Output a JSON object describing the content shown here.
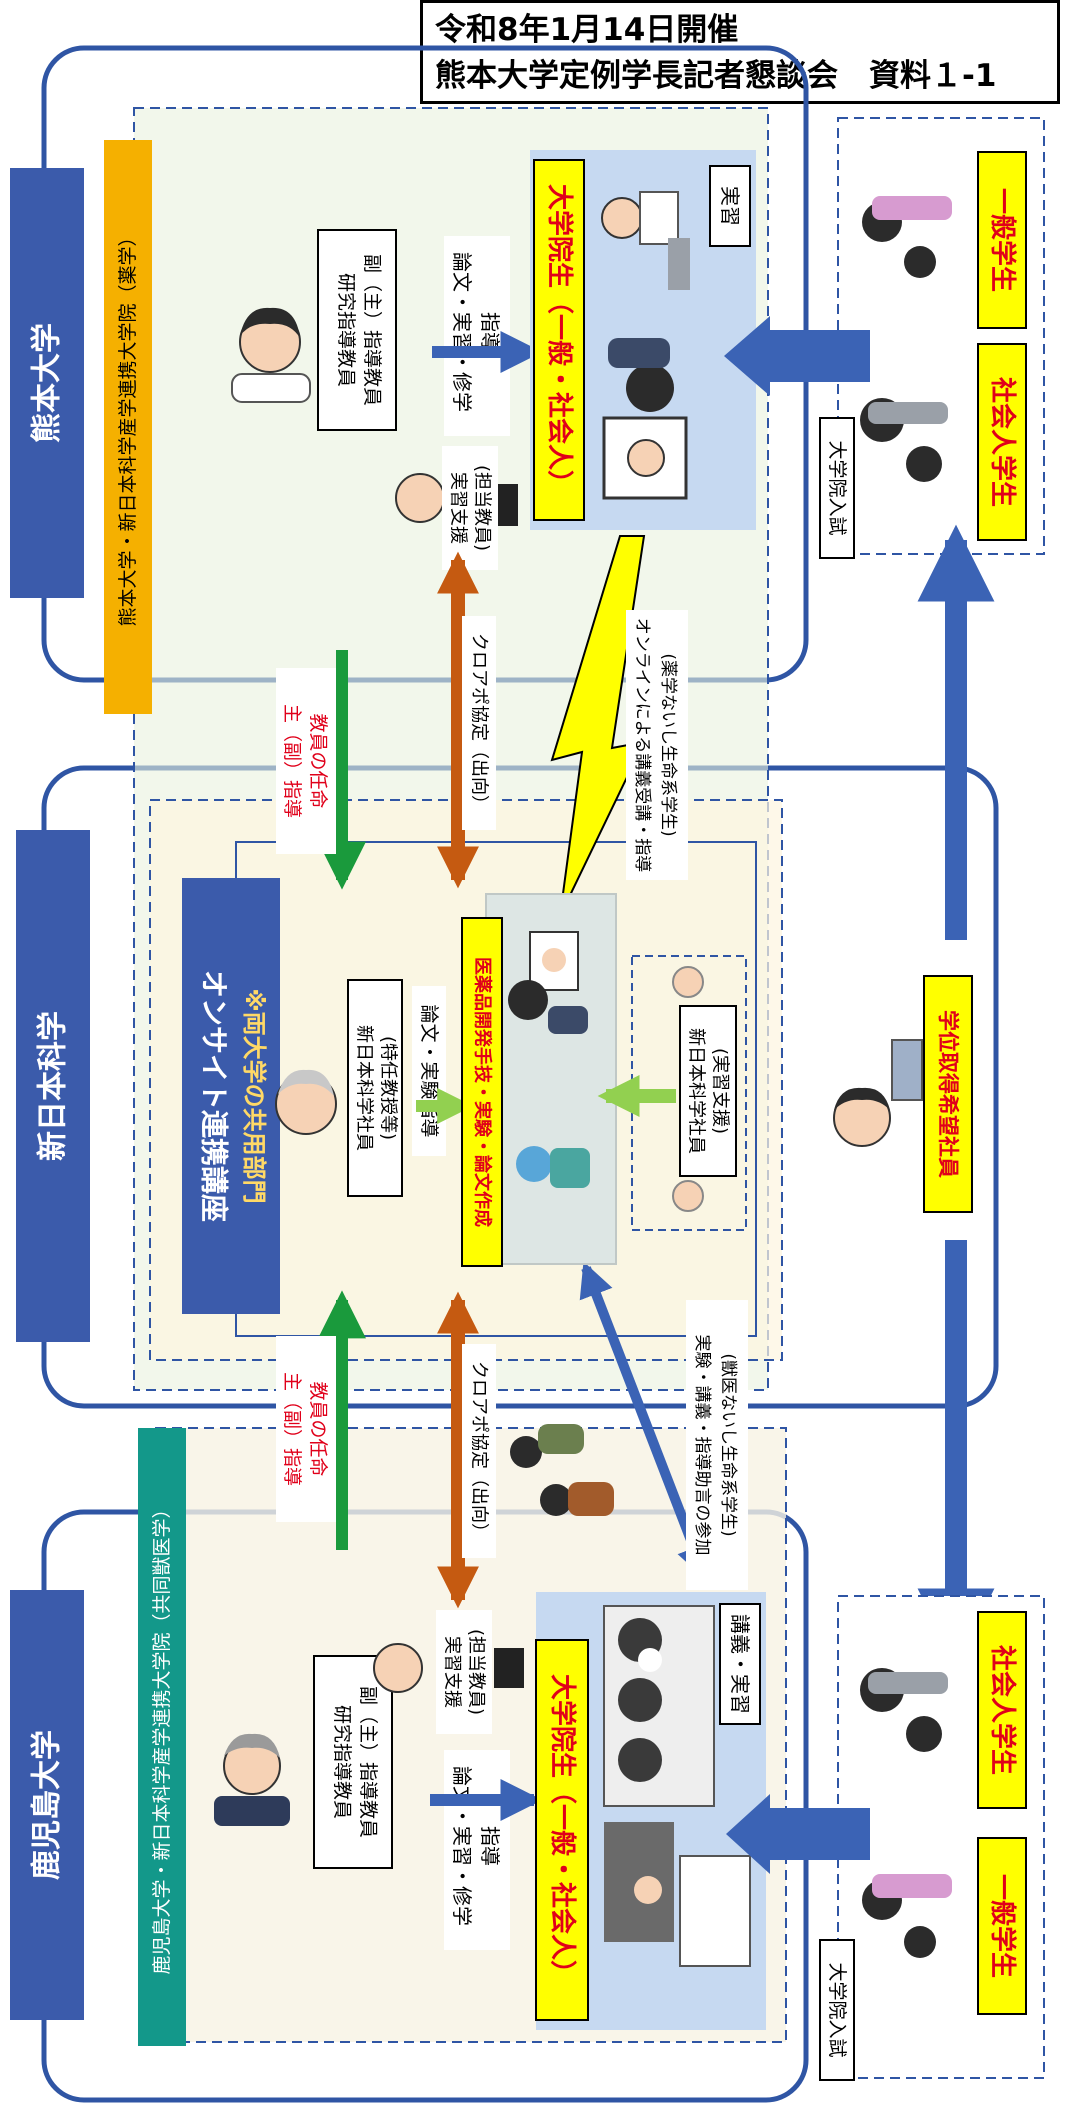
{
  "header": {
    "line1": "令和8年1月14日開催",
    "line2": "熊本大学定例学長記者懇談会　資料１-1"
  },
  "kumamoto": {
    "name": "熊本大学",
    "program": "熊本大学・新日本科学産学連携大学院（薬学）",
    "supervisor": [
      "研究指導教員",
      "副（主）指導教員"
    ],
    "practice_support": [
      "実習支援",
      "(担当教員)"
    ],
    "guidance": [
      "論文・実習・修学",
      "指導"
    ],
    "grad_students": "大学院生（一般・社会人）",
    "practice_label": "実習",
    "exam": "大学院入試",
    "general_students": "一般学生",
    "working_students": "社会人学生"
  },
  "snbl": {
    "name": "新日本科学",
    "course": "オンサイト連携講座",
    "shared": "※両大学の共用部門",
    "employee": [
      "新日本科学社員",
      "(特任教授等)"
    ],
    "thesis_guidance": "論文・実験指導",
    "dev_work": "医薬品開発手技・実験・論文作成",
    "support_staff": [
      "新日本科学社員",
      "(実習支援)"
    ],
    "degree_seekers": "学位取得希望社員"
  },
  "kagoshima": {
    "name": "鹿児島大学",
    "program": "鹿児島大学・新日本科学産学連携大学院（共同獣医学）",
    "supervisor": [
      "研究指導教員",
      "副（主）指導教員"
    ],
    "practice_support": [
      "実習支援",
      "(担当教員)"
    ],
    "guidance": [
      "論文・実習・修学",
      "指導"
    ],
    "grad_students": "大学院生（一般・社会人）",
    "practice_label": "講義・実習",
    "exam": "大学院入試",
    "working_students": "社会人学生",
    "general_students": "一般学生"
  },
  "links": {
    "appoint_top": [
      "主（副）指導",
      "教員の任命"
    ],
    "appoint_bottom": [
      "主（副）指導",
      "教員の任命"
    ],
    "cross_top": "クロアポ協定（出向）",
    "cross_bottom": "クロアポ協定（出向）",
    "online": [
      "オンラインによる講義受講・指導",
      "(薬学ないし生命系学生)"
    ],
    "lecture": [
      "実験・講義・指導助言の参加",
      "(獣医ないし生命系学生)"
    ]
  },
  "colors": {
    "university_blue": "#3b5bab",
    "label_yellow": "#ffff00",
    "title_red": "#e0001a",
    "arrow_green": "#1a9a3c",
    "arrow_brown": "#c55a11",
    "arrow_blue": "#3b63b5",
    "kumamoto_tag": "#f5b000",
    "kagoshima_tag": "#13988a"
  }
}
